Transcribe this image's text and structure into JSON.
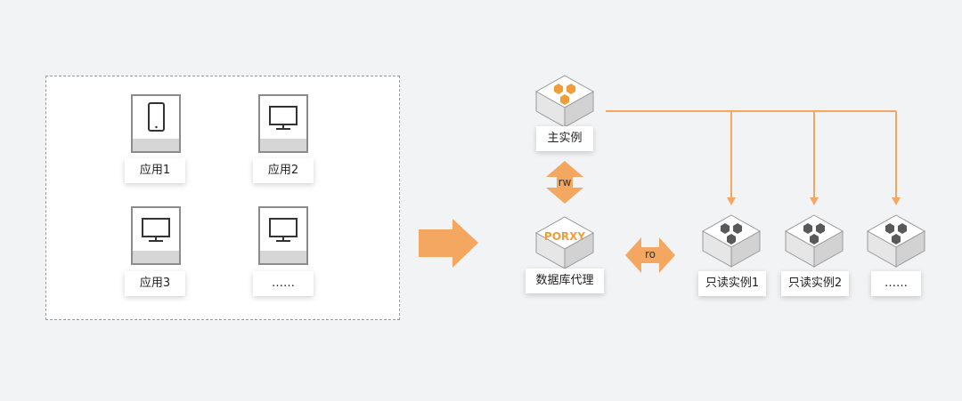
{
  "apps": {
    "items": [
      {
        "label": "应用1",
        "device": "phone-icon"
      },
      {
        "label": "应用2",
        "device": "monitor-icon"
      },
      {
        "label": "应用3",
        "device": "monitor-icon"
      },
      {
        "label": "……",
        "device": "monitor-icon"
      }
    ]
  },
  "nodes": {
    "primary": {
      "label": "主实例"
    },
    "proxy": {
      "label": "数据库代理",
      "badge": "PORXY"
    },
    "readonly": [
      {
        "label": "只读实例1"
      },
      {
        "label": "只读实例2"
      },
      {
        "label": "……"
      }
    ]
  },
  "connections": {
    "rw": "rw",
    "ro": "ro"
  },
  "colors": {
    "accent": "#f4a760",
    "primary_hex": "#f29d38",
    "readonly_hex": "#595959",
    "proxy_text": "#f29d38"
  }
}
